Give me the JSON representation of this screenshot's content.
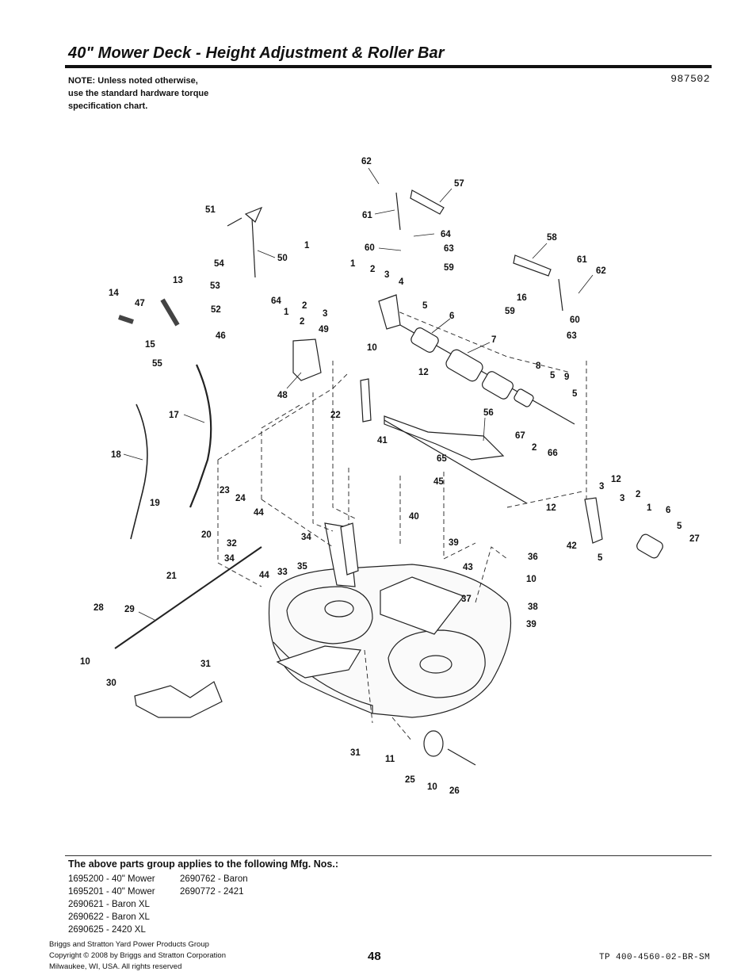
{
  "header": {
    "title": "40\" Mower Deck - Height Adjustment & Roller Bar",
    "note": "NOTE: Unless noted otherwise,\nuse the standard hardware torque\nspecification chart.",
    "drawing_number": "987502"
  },
  "diagram": {
    "callouts": [
      "62",
      "57",
      "51",
      "61",
      "64",
      "50",
      "60",
      "63",
      "1",
      "59",
      "58",
      "54",
      "1",
      "2",
      "3",
      "4",
      "61",
      "62",
      "13",
      "53",
      "16",
      "14",
      "47",
      "64",
      "52",
      "1",
      "2",
      "3",
      "5",
      "6",
      "59",
      "60",
      "46",
      "2",
      "49",
      "63",
      "15",
      "55",
      "10",
      "7",
      "12",
      "48",
      "8",
      "5",
      "9",
      "5",
      "22",
      "17",
      "56",
      "67",
      "41",
      "2",
      "66",
      "18",
      "65",
      "45",
      "3",
      "12",
      "2",
      "3",
      "1",
      "6",
      "23",
      "24",
      "44",
      "12",
      "40",
      "19",
      "20",
      "39",
      "5",
      "34",
      "42",
      "27",
      "32",
      "34",
      "35",
      "5",
      "36",
      "43",
      "21",
      "44",
      "33",
      "10",
      "37",
      "38",
      "39",
      "28",
      "29",
      "10",
      "31",
      "30",
      "31",
      "11",
      "25",
      "10",
      "26"
    ]
  },
  "applies": {
    "heading": "The above parts group applies to the following Mfg. Nos.:",
    "col1": [
      "1695200 - 40\" Mower",
      "1695201 - 40\" Mower",
      "2690621 - Baron XL",
      "2690622 - Baron XL",
      "2690625 - 2420 XL"
    ],
    "col2": [
      "2690762 - Baron",
      "2690772 - 2421"
    ]
  },
  "footer": {
    "company": "Briggs and Stratton Yard Power Products Group",
    "copyright": "Copyright ©  2008 by Briggs and Stratton Corporation",
    "address": "Milwaukee, WI, USA. All rights reserved",
    "page_number": "48",
    "doc_code": "TP 400-4560-02-BR-SM"
  }
}
